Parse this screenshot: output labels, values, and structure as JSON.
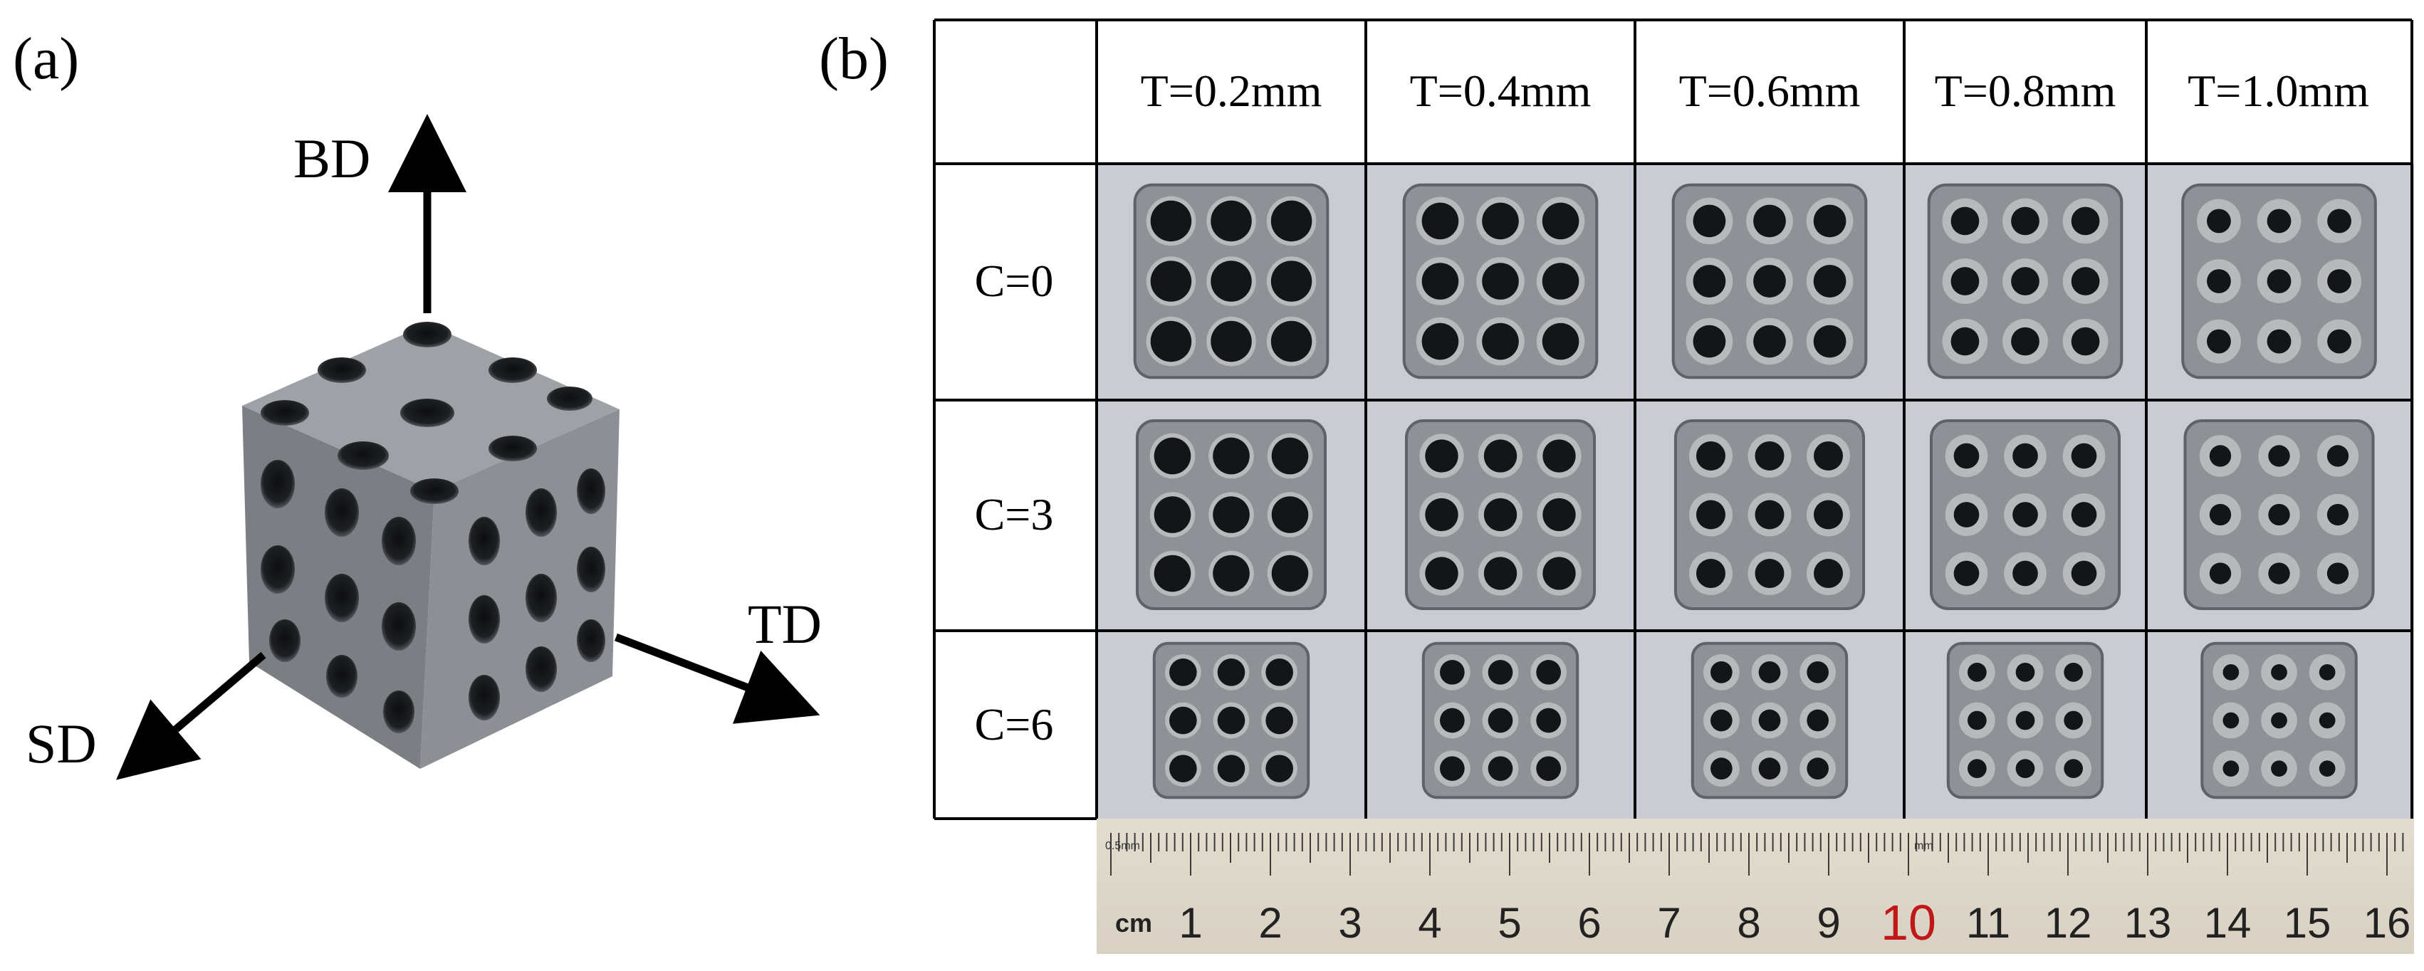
{
  "panel_a": {
    "label": "(a)",
    "axes": {
      "bd": "BD",
      "td": "TD",
      "sd": "SD"
    }
  },
  "panel_b": {
    "label": "(b)",
    "columns": [
      "T=0.2mm",
      "T=0.4mm",
      "T=0.6mm",
      "T=0.8mm",
      "T=1.0mm"
    ],
    "rows": [
      "C=0",
      "C=3",
      "C=6"
    ]
  },
  "ruler": {
    "unit": "cm",
    "note_left": "0.5mm",
    "note_right": "mm",
    "numbers": [
      "1",
      "2",
      "3",
      "4",
      "5",
      "6",
      "7",
      "8",
      "9",
      "10",
      "11",
      "12",
      "13",
      "14",
      "15",
      "16"
    ],
    "highlight": "10",
    "highlight_color": "#c01818"
  },
  "colors": {
    "metal": "#8e9297",
    "metal_dark": "#5f6368",
    "backdrop": "#c9ccd3"
  }
}
